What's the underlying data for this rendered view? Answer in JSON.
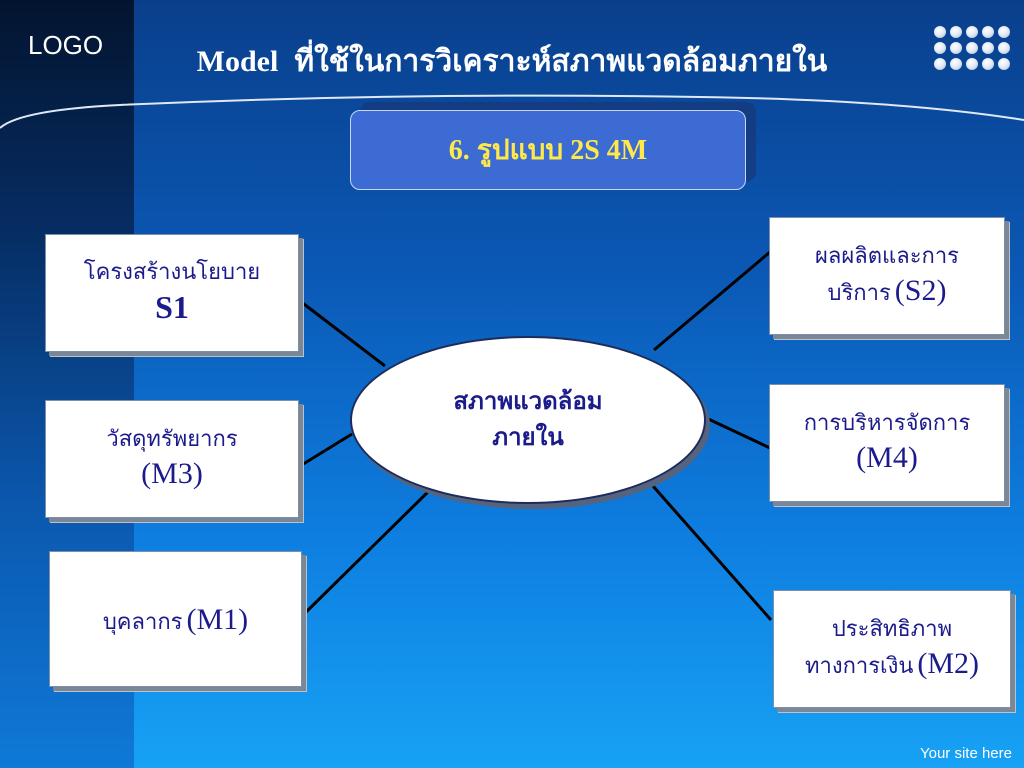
{
  "logo": "LOGO",
  "title": {
    "model": "Model",
    "thai": "ที่ใช้ในการวิเคราะห์สภาพแวดล้อมภายใน"
  },
  "heading": "6.  รูปแบบ  2S  4M",
  "center": {
    "line1": "สภาพแวดล้อม",
    "line2": "ภายใน"
  },
  "boxes": {
    "s1": {
      "th": "โครงสร้างนโยบาย",
      "code": "S1"
    },
    "m3": {
      "th": "วัสดุทรัพยากร",
      "code": "(M3)"
    },
    "m1": {
      "th": "บุคลากร",
      "code": "(M1)"
    },
    "s2": {
      "th1": "ผลผลิตและการ",
      "th2": "บริการ",
      "code": "(S2)"
    },
    "m4": {
      "th": "การบริหารจัดการ",
      "code": "(M4)"
    },
    "m2": {
      "th1": "ประสิทธิภาพ",
      "th2": "ทางการเงิน",
      "code": "(M2)"
    }
  },
  "footer": "Your site here",
  "colors": {
    "heading_text": "#ffe94a",
    "box_text": "#1b1b8c",
    "heading_box": "#3d6bd4"
  }
}
